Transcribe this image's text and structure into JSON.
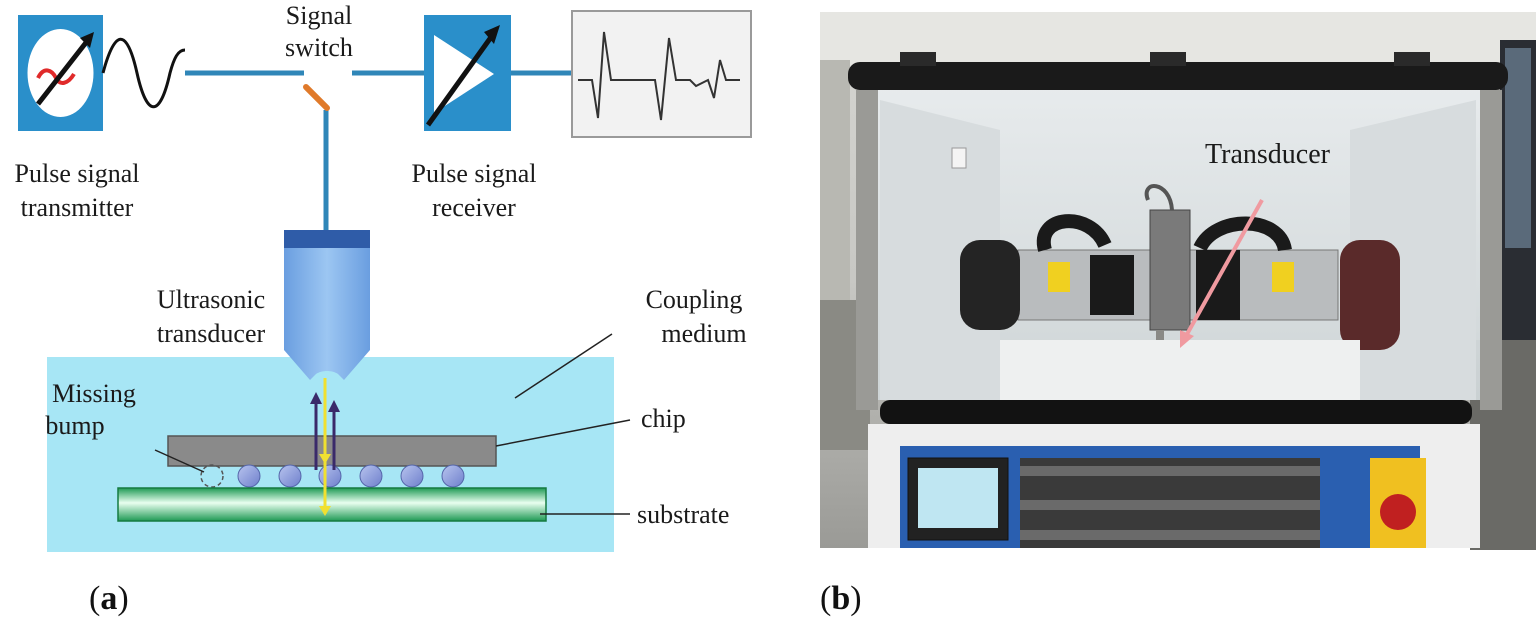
{
  "panel_a": {
    "label": "a",
    "transmitter_label": [
      "Pulse signal",
      "transmitter"
    ],
    "switch_label": [
      "Signal",
      "switch"
    ],
    "receiver_label": [
      "Pulse signal",
      "receiver"
    ],
    "transducer_label": [
      "Ultrasonic",
      "transducer"
    ],
    "coupling_label": [
      "Coupling",
      "medium"
    ],
    "missing_bump_label": [
      "Missing",
      "bump"
    ],
    "chip_label": "chip",
    "substrate_label": "substrate"
  },
  "panel_b": {
    "label": "b",
    "transducer_callout": "Transducer"
  },
  "colors": {
    "wire": "#2f86b8",
    "box_blue": "#2a8fca",
    "medium": "#a7e6f5",
    "transducer": "#7aaee6",
    "transducer_cap": "#2f5ca8",
    "chip": "#8a8a8a",
    "substrate": "#2fb86a",
    "bump": "#8f9fd8",
    "switch": "#e07a2a",
    "signal_arrow": "#f0e030",
    "echo_arrow": "#3a2a6a",
    "callout_arrow": "#f09aa0"
  },
  "icons": [
    "transmitter-icon",
    "receiver-icon",
    "oscilloscope-icon"
  ]
}
